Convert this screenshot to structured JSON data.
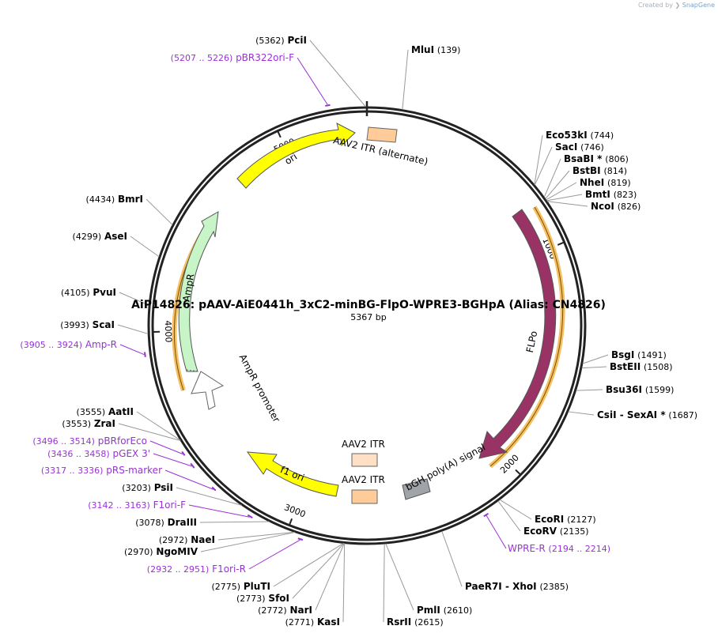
{
  "credit": {
    "prefix": "Created by",
    "brand": "SnapGene"
  },
  "title": "AiP14826: pAAV-AiE0441h_3xC2-minBG-FlpO-WPRE3-BGHpA  (Alias: CN4826)",
  "size_label": "5367 bp",
  "total_bp": 5367,
  "colors": {
    "enzyme_line": "#999999",
    "primer": "#9b30d9",
    "orf_amp": "#c8f5c8",
    "ori": "#ffff00",
    "flpo": "#993366",
    "itr": "#ffcc99",
    "polyA": "#a0a3a8",
    "cds_highlight": "#f5c064"
  },
  "ticks": [
    {
      "bp": 1000,
      "label": "1000"
    },
    {
      "bp": 2000,
      "label": "2000"
    },
    {
      "bp": 3000,
      "label": "3000"
    },
    {
      "bp": 4000,
      "label": "4000"
    },
    {
      "bp": 5000,
      "label": "5000"
    }
  ],
  "enzymes": [
    {
      "name": "PciI",
      "pos": "(5362)"
    },
    {
      "name": "MluI",
      "pos": "(139)"
    },
    {
      "name": "Eco53kI",
      "pos": "(744)"
    },
    {
      "name": "SacI",
      "pos": "(746)"
    },
    {
      "name": "BsaBI *",
      "pos": "(806)"
    },
    {
      "name": "BstBI",
      "pos": "(814)"
    },
    {
      "name": "NheI",
      "pos": "(819)"
    },
    {
      "name": "BmtI",
      "pos": "(823)"
    },
    {
      "name": "NcoI",
      "pos": "(826)"
    },
    {
      "name": "BsgI",
      "pos": "(1491)"
    },
    {
      "name": "BstEII",
      "pos": "(1508)"
    },
    {
      "name": "Bsu36I",
      "pos": "(1599)"
    },
    {
      "name": "CsiI  - SexAI *",
      "pos": "(1687)"
    },
    {
      "name": "EcoRI",
      "pos": "(2127)"
    },
    {
      "name": "EcoRV",
      "pos": "(2135)"
    },
    {
      "name": "PaeR7I  - XhoI",
      "pos": "(2385)"
    },
    {
      "name": "PmlI",
      "pos": "(2610)"
    },
    {
      "name": "RsrII",
      "pos": "(2615)"
    },
    {
      "name": "PluTI",
      "pos": "(2775)"
    },
    {
      "name": "SfoI",
      "pos": "(2773)"
    },
    {
      "name": "NarI",
      "pos": "(2772)"
    },
    {
      "name": "KasI",
      "pos": "(2771)"
    },
    {
      "name": "NaeI",
      "pos": "(2972)"
    },
    {
      "name": "NgoMIV",
      "pos": "(2970)"
    },
    {
      "name": "DraIII",
      "pos": "(3078)"
    },
    {
      "name": "PsiI",
      "pos": "(3203)"
    },
    {
      "name": "AatII",
      "pos": "(3555)"
    },
    {
      "name": "ZraI",
      "pos": "(3553)"
    },
    {
      "name": "ScaI",
      "pos": "(3993)"
    },
    {
      "name": "PvuI",
      "pos": "(4105)"
    },
    {
      "name": "AseI",
      "pos": "(4299)"
    },
    {
      "name": "BmrI",
      "pos": "(4434)"
    }
  ],
  "primers": [
    {
      "name": "pBR322ori-F",
      "range": "(5207 .. 5226)"
    },
    {
      "name": "WPRE-R",
      "range": "(2194 .. 2214)"
    },
    {
      "name": "Amp-R",
      "range": "(3905 .. 3924)"
    },
    {
      "name": "pBRforEco",
      "range": "(3496 .. 3514)"
    },
    {
      "name": "pGEX 3'",
      "range": "(3436 .. 3458)"
    },
    {
      "name": "pRS-marker",
      "range": "(3317 .. 3336)"
    },
    {
      "name": "F1ori-F",
      "range": "(3142 .. 3163)"
    },
    {
      "name": "F1ori-R",
      "range": "(2932 .. 2951)"
    }
  ],
  "features": [
    {
      "name": "AAV2 ITR (alternate)",
      "type": "itr"
    },
    {
      "name": "FLPo",
      "type": "cds"
    },
    {
      "name": "bGH poly(A) signal",
      "type": "polyA"
    },
    {
      "name": "AAV2 ITR",
      "type": "itr"
    },
    {
      "name": "AAV2 ITR",
      "type": "itr"
    },
    {
      "name": "f1 ori",
      "type": "ori"
    },
    {
      "name": "AmpR promoter",
      "type": "promoter"
    },
    {
      "name": "AmpR",
      "type": "cds"
    },
    {
      "name": "ori",
      "type": "ori"
    }
  ]
}
